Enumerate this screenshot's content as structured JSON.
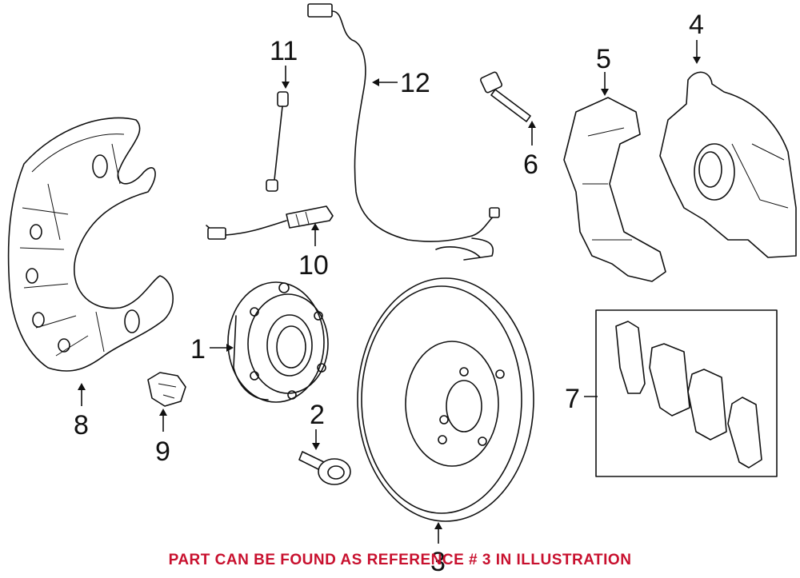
{
  "callouts": [
    {
      "id": "1",
      "text": "1"
    },
    {
      "id": "2",
      "text": "2"
    },
    {
      "id": "3",
      "text": "3"
    },
    {
      "id": "4",
      "text": "4"
    },
    {
      "id": "5",
      "text": "5"
    },
    {
      "id": "6",
      "text": "6"
    },
    {
      "id": "7",
      "text": "7"
    },
    {
      "id": "8",
      "text": "8"
    },
    {
      "id": "9",
      "text": "9"
    },
    {
      "id": "10",
      "text": "10"
    },
    {
      "id": "11",
      "text": "11"
    },
    {
      "id": "12",
      "text": "12"
    }
  ],
  "note": {
    "text": "PART CAN BE FOUND AS REFERENCE # 3 IN ILLUSTRATION",
    "color": "#c8102e"
  }
}
